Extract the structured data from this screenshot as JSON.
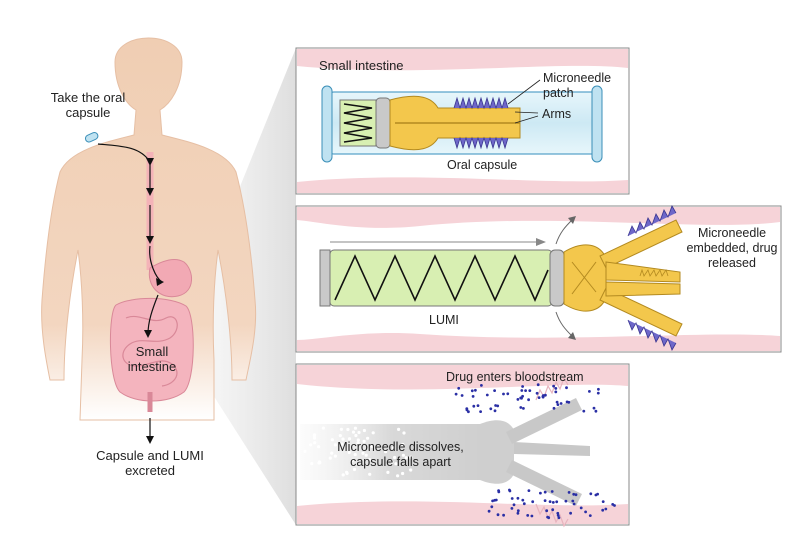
{
  "body_labels": {
    "take_capsule": "Take the oral capsule",
    "small_intestine": "Small intestine",
    "excreted": "Capsule and LUMI excreted"
  },
  "panel_1": {
    "region": "Small intestine",
    "microneedle_patch": "Microneedle patch",
    "arms": "Arms",
    "oral_capsule": "Oral capsule"
  },
  "panel_2": {
    "lumi": "LUMI",
    "embedded": "Microneedle embedded, drug released"
  },
  "panel_3": {
    "bloodstream": "Drug enters bloodstream",
    "dissolves": "Microneedle dissolves, capsule falls apart"
  },
  "colors": {
    "tissue_pink": "#f6d3d8",
    "spring_green": "#d8efb2",
    "arm_orange": "#f3c74c",
    "needle_purple": "#5a55b8",
    "skin": "#f1ceb4",
    "dot_blue": "#2a2fa5"
  }
}
